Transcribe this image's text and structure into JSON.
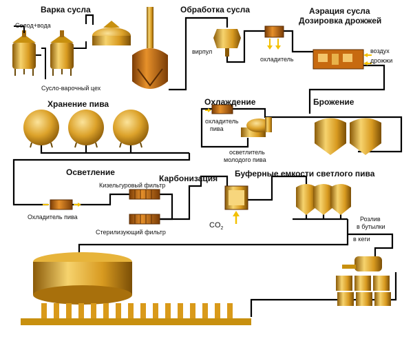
{
  "headings": {
    "wort_boiling": "Варка сусла",
    "wort_processing": "Обработка сусла",
    "wort_aeration": "Аэрация сусла",
    "yeast_dosing": "Дозировка дрожжей",
    "beer_storage": "Хранение пива",
    "cooling": "Охлаждение",
    "fermentation": "Брожение",
    "clarification": "Осветление",
    "carbonation": "Карбонизация",
    "buffer_tanks": "Буферные емкости светлого пива"
  },
  "labels": {
    "malt_water": "Солод+вода",
    "brewhouse": "Сусло-варочный цех",
    "whirlpool": "вирпул",
    "cooler": "охладитель",
    "air": "воздух",
    "yeast": "дрожжи",
    "beer_cooler_1": "охладитель",
    "beer_cooler_2": "пива",
    "young_beer_clarifier_1": "осветлитель",
    "young_beer_clarifier_2": "молодого пива",
    "kieselguhr_filter": "Кизельгуровый фильтр",
    "beer_cooler": "Охладитель пива",
    "sterilizing_filter": "Стерилизующий фильтр",
    "co2": "CO",
    "co2_sub": "2",
    "bottling_1": "Розлив",
    "bottling_2": "в бутылки",
    "kegs": "в кеги"
  },
  "colors": {
    "gold": "#d9a020",
    "gold_dark": "#9a6a10",
    "gold_light": "#f3d07a",
    "copper": "#c8781a",
    "pipe": "#000000",
    "flow_arrow": "#f3c000"
  }
}
